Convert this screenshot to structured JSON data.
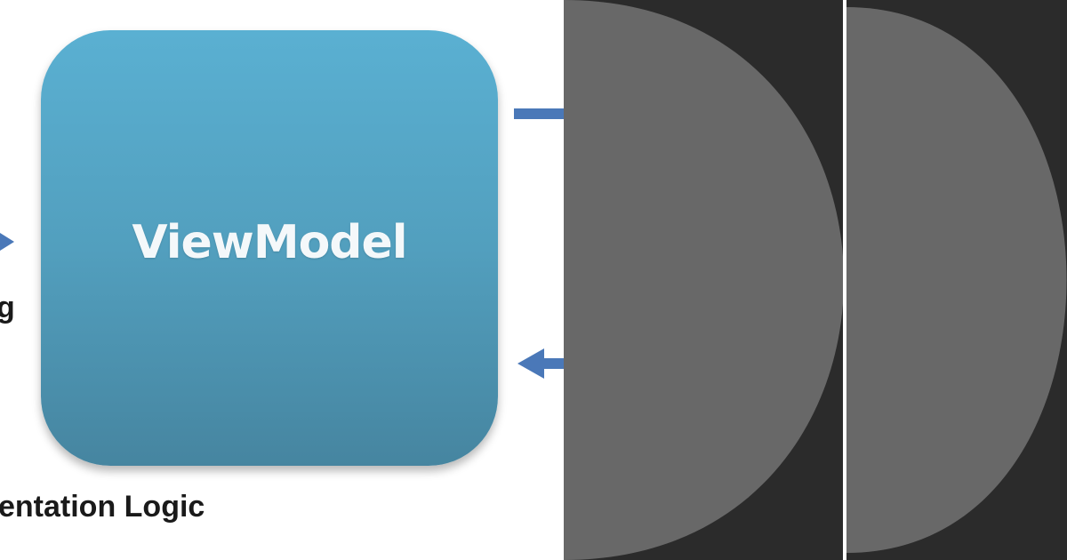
{
  "diagram": {
    "box_title": "ViewModel",
    "left_label_fragment": "g",
    "bottom_label": "entation Logic"
  },
  "panels": [
    {
      "name": "half-disc-panel-1"
    },
    {
      "name": "half-disc-panel-2"
    }
  ],
  "colors": {
    "box_top": "#5ab0d2",
    "box_bottom": "#4685a0",
    "arrow": "#4a78b8",
    "panel_bg": "#2b2b2b",
    "disc": "#686868"
  }
}
